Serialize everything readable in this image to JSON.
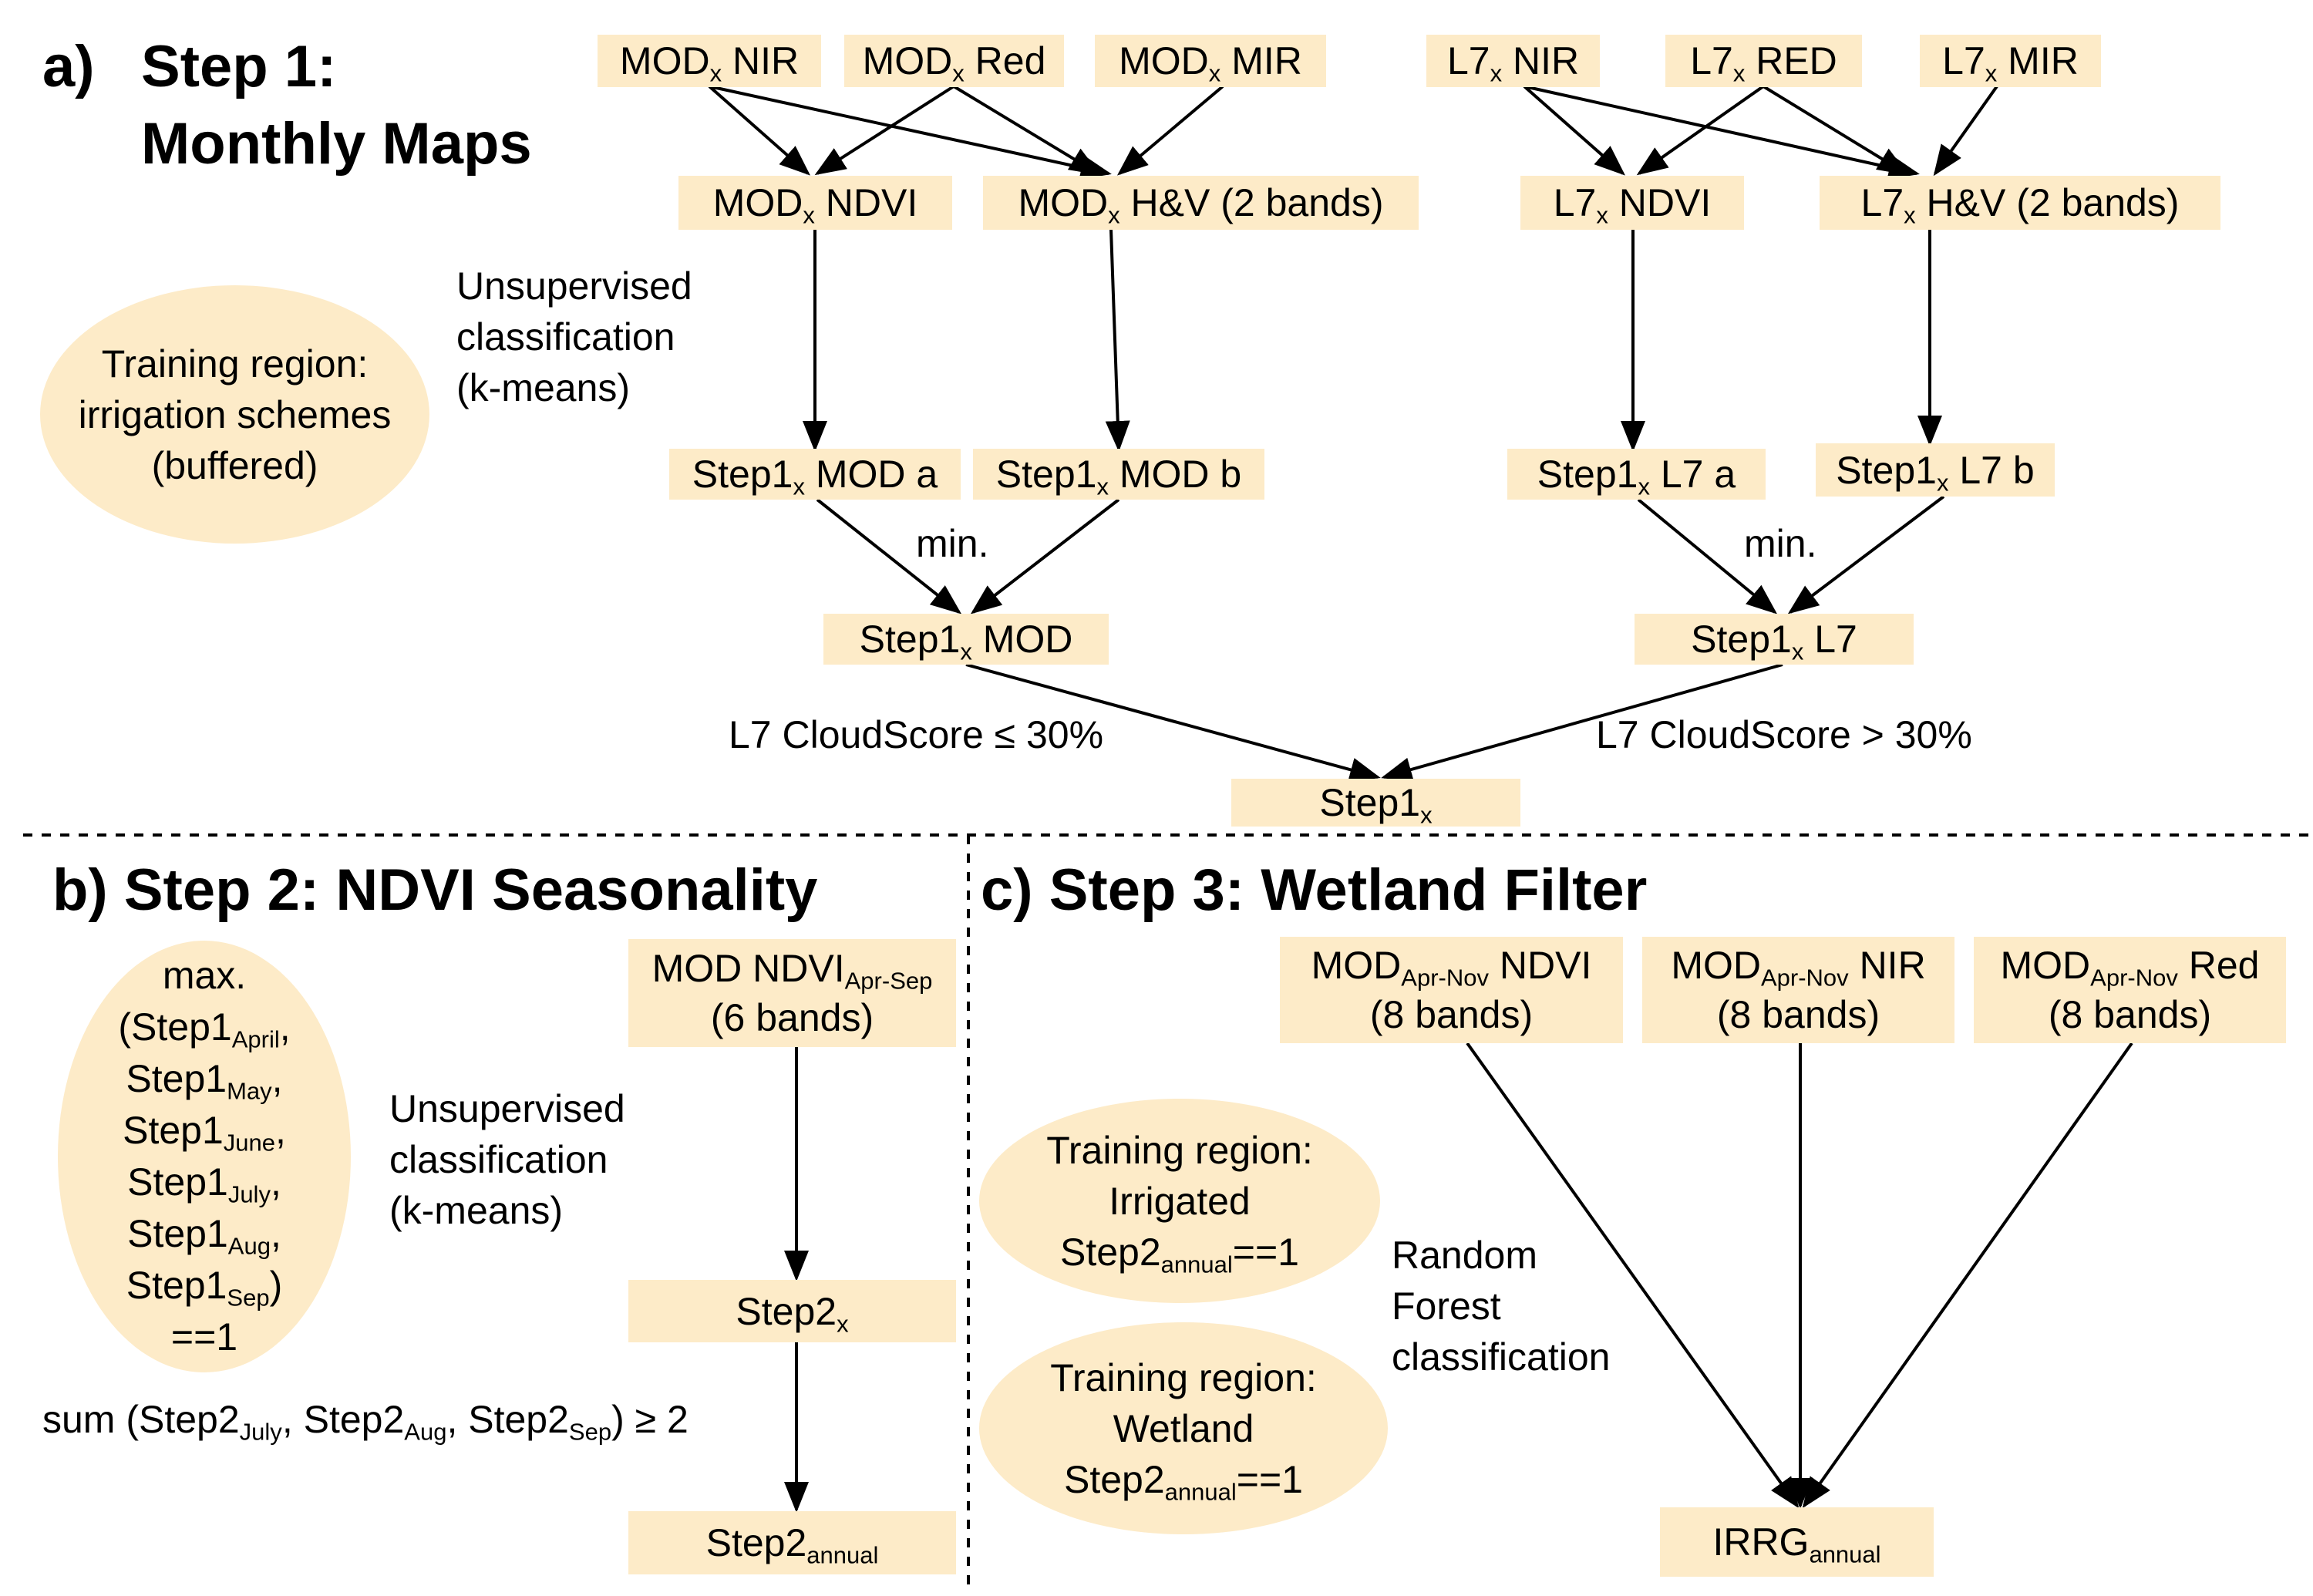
{
  "headings": {
    "a_letter": "a)",
    "a_line1": "Step 1:",
    "a_line2": "Monthly Maps",
    "b": "b) Step 2: NDVI Seasonality",
    "c": "c) Step 3: Wetland Filter"
  },
  "step1": {
    "mod_nir": {
      "base": "MOD",
      "sub": "x",
      "tail": " NIR"
    },
    "mod_red": {
      "base": "MOD",
      "sub": "x",
      "tail": " Red"
    },
    "mod_mir": {
      "base": "MOD",
      "sub": "x",
      "tail": " MIR"
    },
    "l7_nir": {
      "base": "L7",
      "sub": "x",
      "tail": " NIR"
    },
    "l7_red": {
      "base": "L7",
      "sub": "x",
      "tail": " RED"
    },
    "l7_mir": {
      "base": "L7",
      "sub": "x",
      "tail": " MIR"
    },
    "mod_ndvi": {
      "base": "MOD",
      "sub": "x",
      "tail": " NDVI"
    },
    "mod_hv": {
      "base": "MOD",
      "sub": "x",
      "tail": " H&V (2 bands)"
    },
    "l7_ndvi": {
      "base": "L7",
      "sub": "x",
      "tail": " NDVI"
    },
    "l7_hv": {
      "base": "L7",
      "sub": "x",
      "tail": " H&V (2 bands)"
    },
    "unsup_line1": "Unsupervised",
    "unsup_line2": "classification",
    "unsup_line3": "(k-means)",
    "training_line1": "Training region:",
    "training_line2": "irrigation schemes",
    "training_line3": "(buffered)",
    "s1_mod_a": {
      "base": "Step1",
      "sub": "x",
      "tail": " MOD a"
    },
    "s1_mod_b": {
      "base": "Step1",
      "sub": "x",
      "tail": " MOD b"
    },
    "s1_l7_a": {
      "base": "Step1",
      "sub": "x",
      "tail": " L7 a"
    },
    "s1_l7_b": {
      "base": "Step1",
      "sub": "x",
      "tail": " L7 b"
    },
    "min_left": "min.",
    "min_right": "min.",
    "s1_mod": {
      "base": "Step1",
      "sub": "x",
      "tail": " MOD"
    },
    "s1_l7": {
      "base": "Step1",
      "sub": "x",
      "tail": " L7"
    },
    "cloud_low": "L7 CloudScore ≤ 30%",
    "cloud_high": "L7 CloudScore > 30%",
    "s1_final": {
      "base": "Step1",
      "sub": "x"
    }
  },
  "step2": {
    "max_label": "max.",
    "months": [
      {
        "pre": "(",
        "base": "Step1",
        "sub": "April",
        "post": ","
      },
      {
        "pre": "",
        "base": "Step1",
        "sub": "May",
        "post": ","
      },
      {
        "pre": "",
        "base": "Step1",
        "sub": "June",
        "post": ","
      },
      {
        "pre": "",
        "base": "Step1",
        "sub": "July",
        "post": ","
      },
      {
        "pre": "",
        "base": "Step1",
        "sub": "Aug",
        "post": ","
      },
      {
        "pre": "",
        "base": "Step1",
        "sub": "Sep",
        "post": ")"
      }
    ],
    "eq1": "==1",
    "mod_ndvi": {
      "base": "MOD NDVI",
      "sub": "Apr-Sep",
      "line2": "(6 bands)"
    },
    "unsup_line1": "Unsupervised",
    "unsup_line2": "classification",
    "unsup_line3": "(k-means)",
    "step2x": {
      "base": "Step2",
      "sub": "x"
    },
    "sum_label": {
      "pre": "sum (",
      "a": "Step2",
      "a_sub": "July",
      "mid1": ", ",
      "b": "Step2",
      "b_sub": "Aug",
      "mid2": ", ",
      "c": "Step2",
      "c_sub": "Sep",
      "post": ") ≥ 2"
    },
    "step2_annual": {
      "base": "Step2",
      "sub": "annual"
    }
  },
  "step3": {
    "ndvi": {
      "base": "MOD",
      "sub": "Apr-Nov",
      "tail": " NDVI",
      "line2": "(8 bands)"
    },
    "nir": {
      "base": "MOD",
      "sub": "Apr-Nov",
      "tail": " NIR",
      "line2": "(8 bands)"
    },
    "red": {
      "base": "MOD",
      "sub": "Apr-Nov",
      "tail": " Red",
      "line2": "(8 bands)"
    },
    "irrigated_line1": "Training region:",
    "irrigated_line2": "Irrigated",
    "irrigated_line3": {
      "base": "Step2",
      "sub": "annual",
      "tail": "==1"
    },
    "wetland_line1": "Training region:",
    "wetland_line2": "Wetland",
    "wetland_line3": {
      "base": "Step2",
      "sub": "annual",
      "tail": "==1"
    },
    "rf_line1": "Random",
    "rf_line2": "Forest",
    "rf_line3": "classification",
    "irrg": {
      "base": "IRRG",
      "sub": "annual"
    }
  },
  "colors": {
    "box_fill": "#fdebc8",
    "line": "#000000"
  }
}
